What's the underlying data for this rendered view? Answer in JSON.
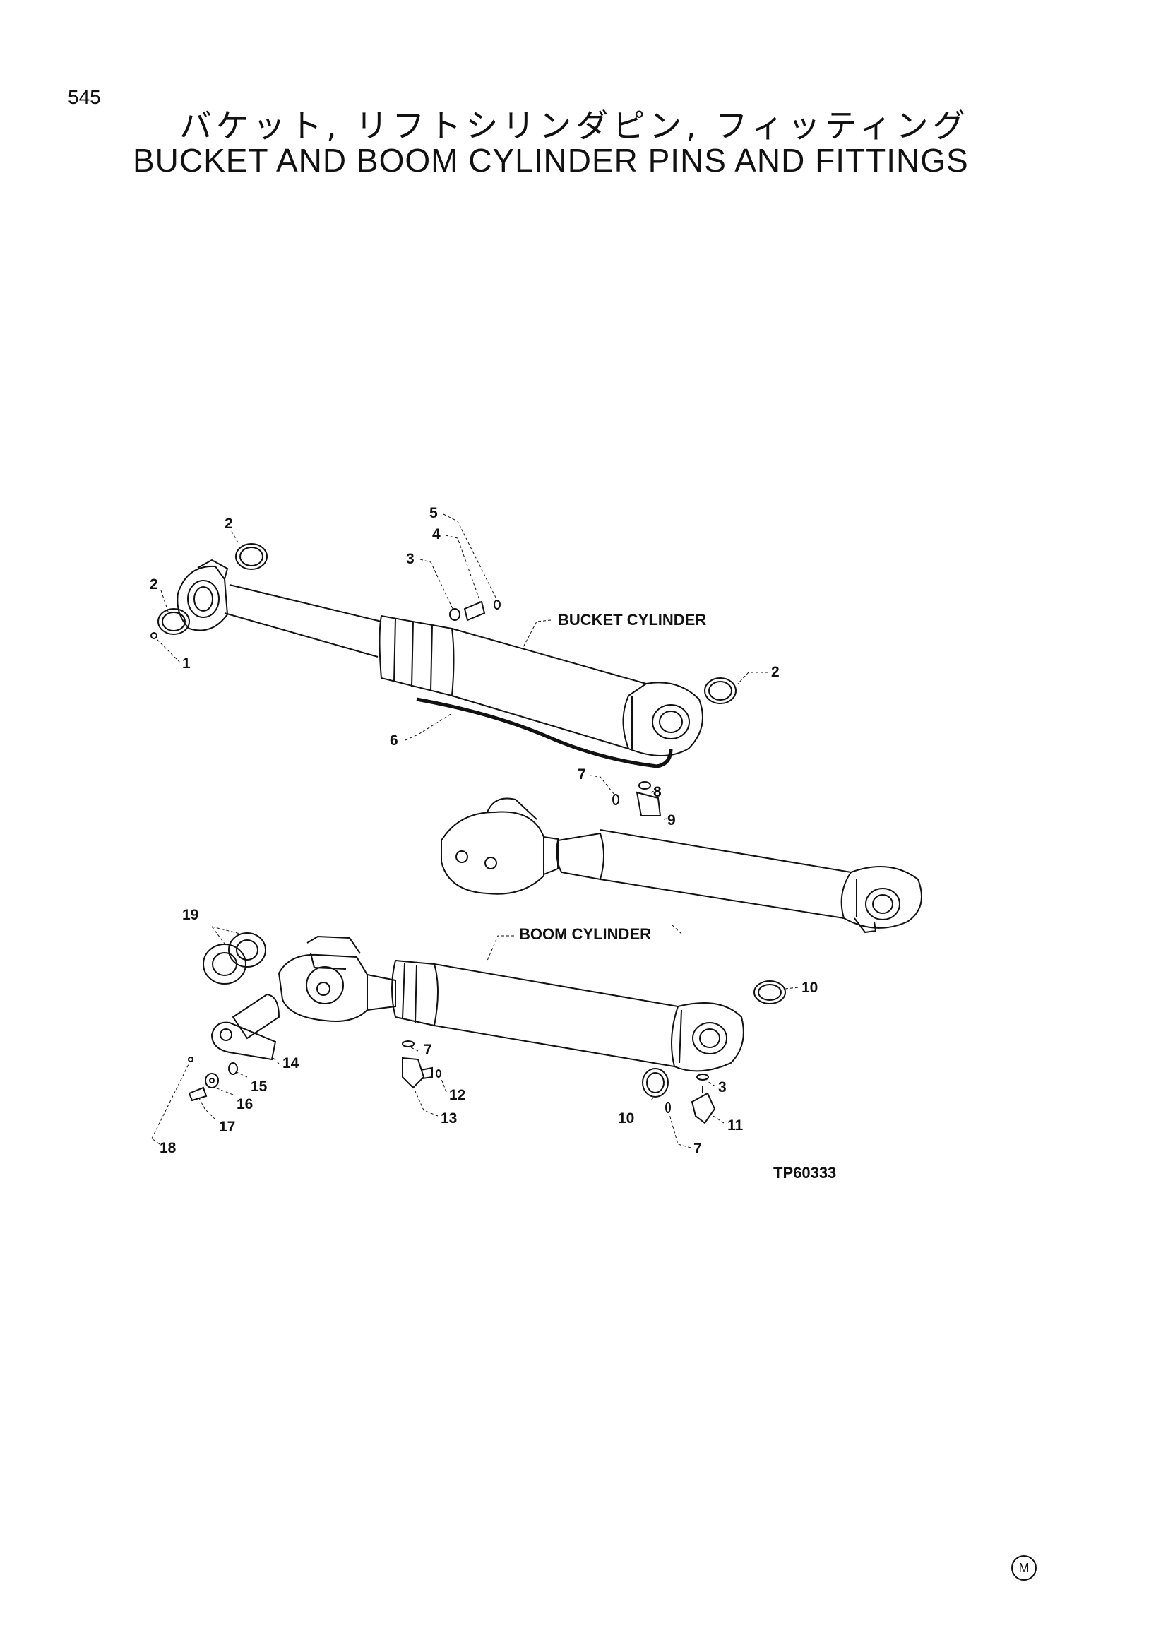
{
  "header": {
    "page_number": "545",
    "title_jp": "バケット, リフトシリンダピン, フィッティング",
    "title_en": "BUCKET AND BOOM CYLINDER PINS AND FITTINGS"
  },
  "diagram": {
    "assembly_labels": {
      "bucket": "BUCKET CYLINDER",
      "boom": "BOOM CYLINDER"
    },
    "callouts": [
      "1",
      "2",
      "2",
      "2",
      "3",
      "4",
      "5",
      "6",
      "7",
      "8",
      "9",
      "19",
      "10",
      "10",
      "7",
      "12",
      "13",
      "14",
      "15",
      "16",
      "17",
      "18",
      "3",
      "11",
      "7"
    ],
    "figure_code": "TP60333"
  },
  "footer": {
    "mark": "M"
  }
}
